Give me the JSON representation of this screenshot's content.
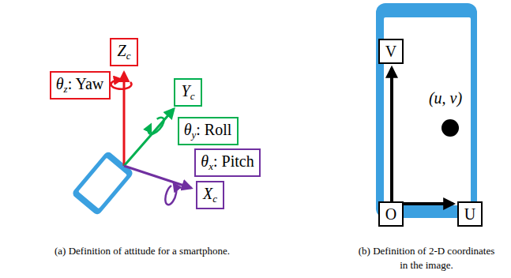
{
  "diagram": {
    "nodes": [
      {
        "text": [
          "Zc"
        ]
      },
      {
        "text": [
          "θz: Yaw"
        ]
      },
      {
        "text": [
          "Yc"
        ]
      },
      {
        "text": [
          "θy: Roll"
        ]
      },
      {
        "text": [
          "θx: Pitch"
        ]
      },
      {
        "text": [
          "Xc"
        ]
      },
      {
        "text": [
          "V"
        ]
      },
      {
        "text": [
          "O"
        ]
      },
      {
        "text": [
          "U"
        ]
      }
    ],
    "labels": [
      "(u, v)",
      "(a) Definition of attitude for a smartphone.",
      "(b) Definition of 2-D coordinates in the image."
    ]
  }
}
